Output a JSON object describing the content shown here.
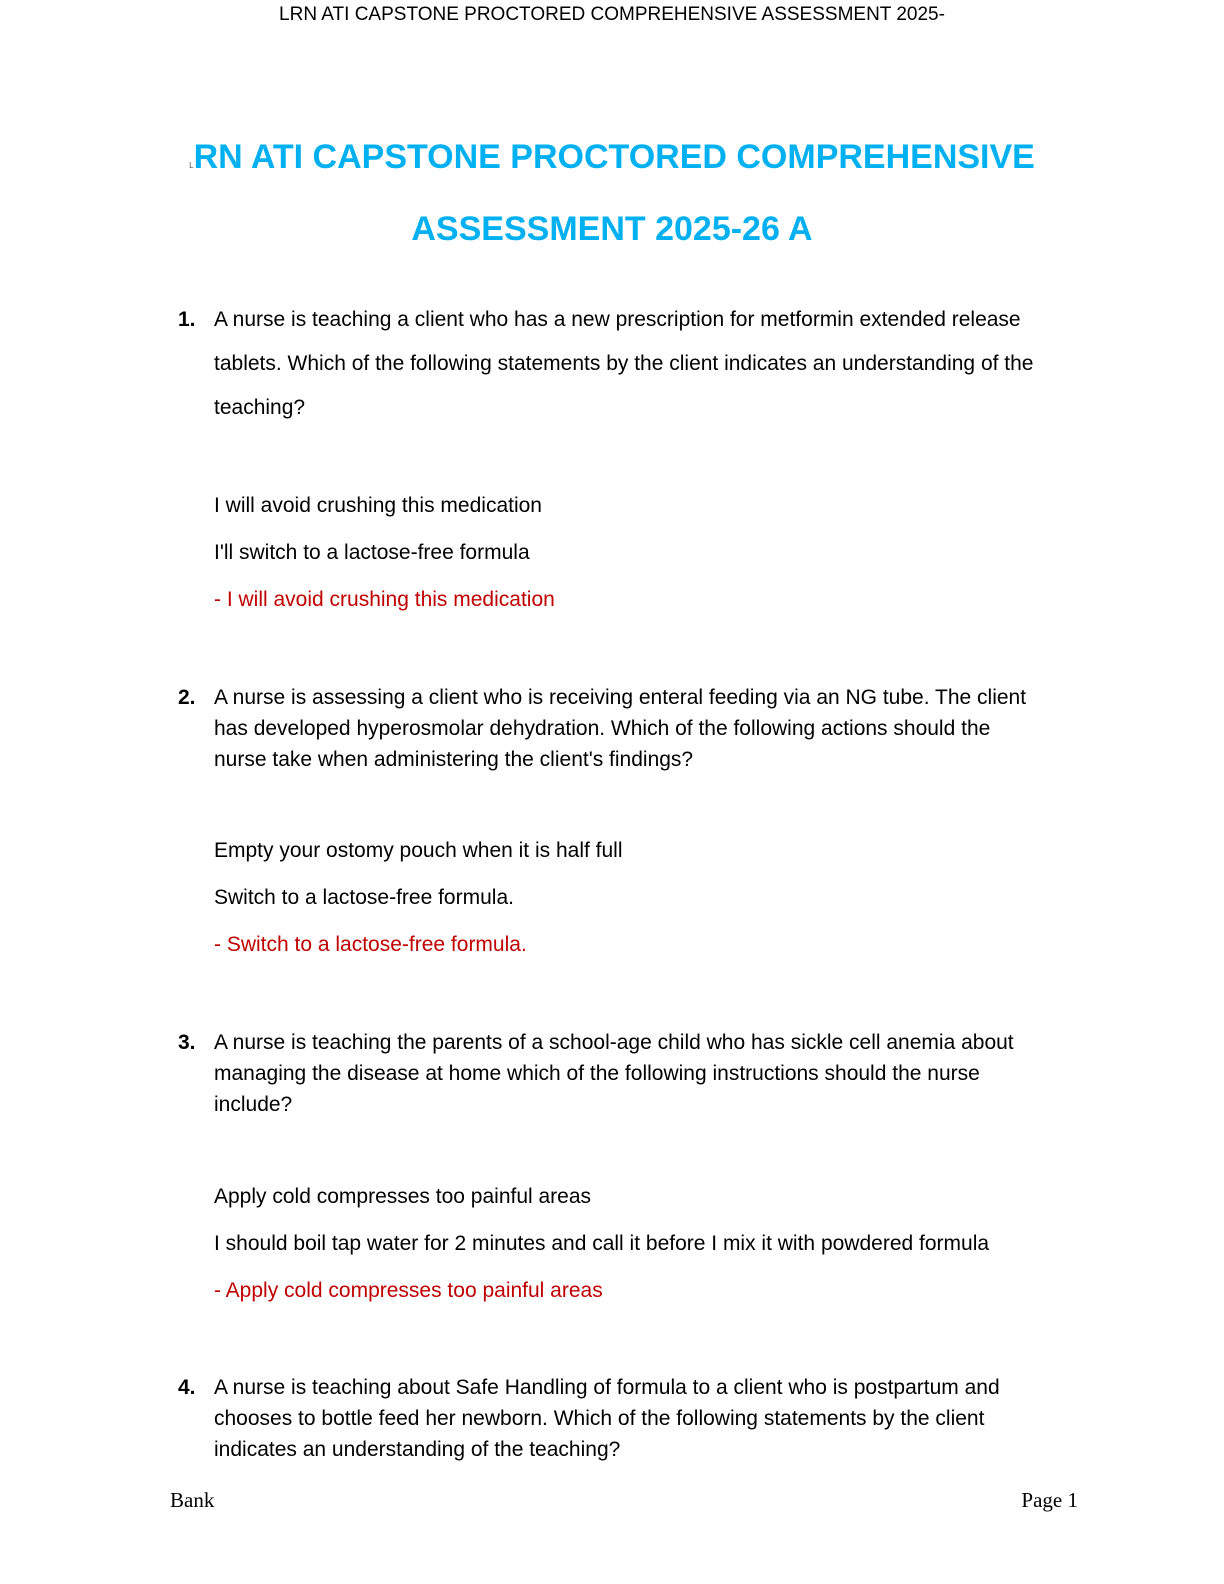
{
  "header": "LRN ATI CAPSTONE PROCTORED COMPREHENSIVE ASSESSMENT 2025-",
  "title": {
    "prefix": "L",
    "line1": "RN ATI CAPSTONE PROCTORED COMPREHENSIVE",
    "line2": "ASSESSMENT 2025-26 A"
  },
  "colors": {
    "title": "#00B0F0",
    "answer": "#C00000"
  },
  "questions": [
    {
      "number": "1.",
      "text": "A nurse is teaching a client who has a new prescription for metformin extended release tablets. Which of the following statements by the client indicates an understanding of the teaching?",
      "options": [
        "I will avoid crushing this medication",
        "I'll switch to a lactose-free formula"
      ],
      "answer": "- I will avoid crushing this medication"
    },
    {
      "number": "2.",
      "text": "A nurse is assessing a client who is receiving enteral feeding via an NG tube. The client has developed hyperosmolar dehydration. Which of the following actions should the nurse take when administering the client's findings?",
      "options": [
        "Empty your ostomy pouch when it is half full",
        "Switch to a lactose-free formula."
      ],
      "answer": "- Switch to a lactose-free formula."
    },
    {
      "number": "3.",
      "text": "A nurse is teaching the parents of a school-age child who has sickle cell anemia about managing the disease at home which of the following instructions should the nurse include?",
      "options": [
        "Apply cold compresses too painful areas",
        "I should boil tap water for 2 minutes and call it before I mix it with powdered formula"
      ],
      "answer": "- Apply cold compresses too painful areas"
    },
    {
      "number": "4.",
      "text": "A nurse is teaching about Safe Handling of formula to a client who is postpartum and chooses to bottle feed her newborn. Which of the following statements by the client indicates an understanding of the teaching?"
    }
  ],
  "footer": {
    "left": "Bank",
    "right": "Page 1"
  }
}
